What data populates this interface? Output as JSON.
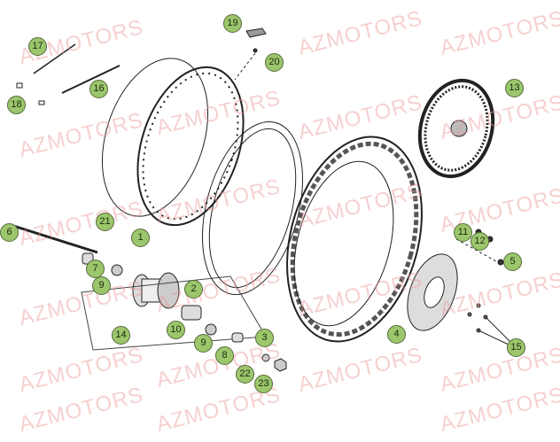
{
  "watermark": "AZMOTORS",
  "colors": {
    "badge_fill": "#9cc66c",
    "badge_stroke": "#556b3a",
    "watermark": "#eb9696"
  },
  "callouts": [
    "17",
    "18",
    "16",
    "19",
    "20",
    "13",
    "21",
    "6",
    "1",
    "11",
    "12",
    "5",
    "7",
    "9",
    "2",
    "4",
    "15",
    "14",
    "10",
    "9",
    "3",
    "8",
    "22",
    "23"
  ]
}
